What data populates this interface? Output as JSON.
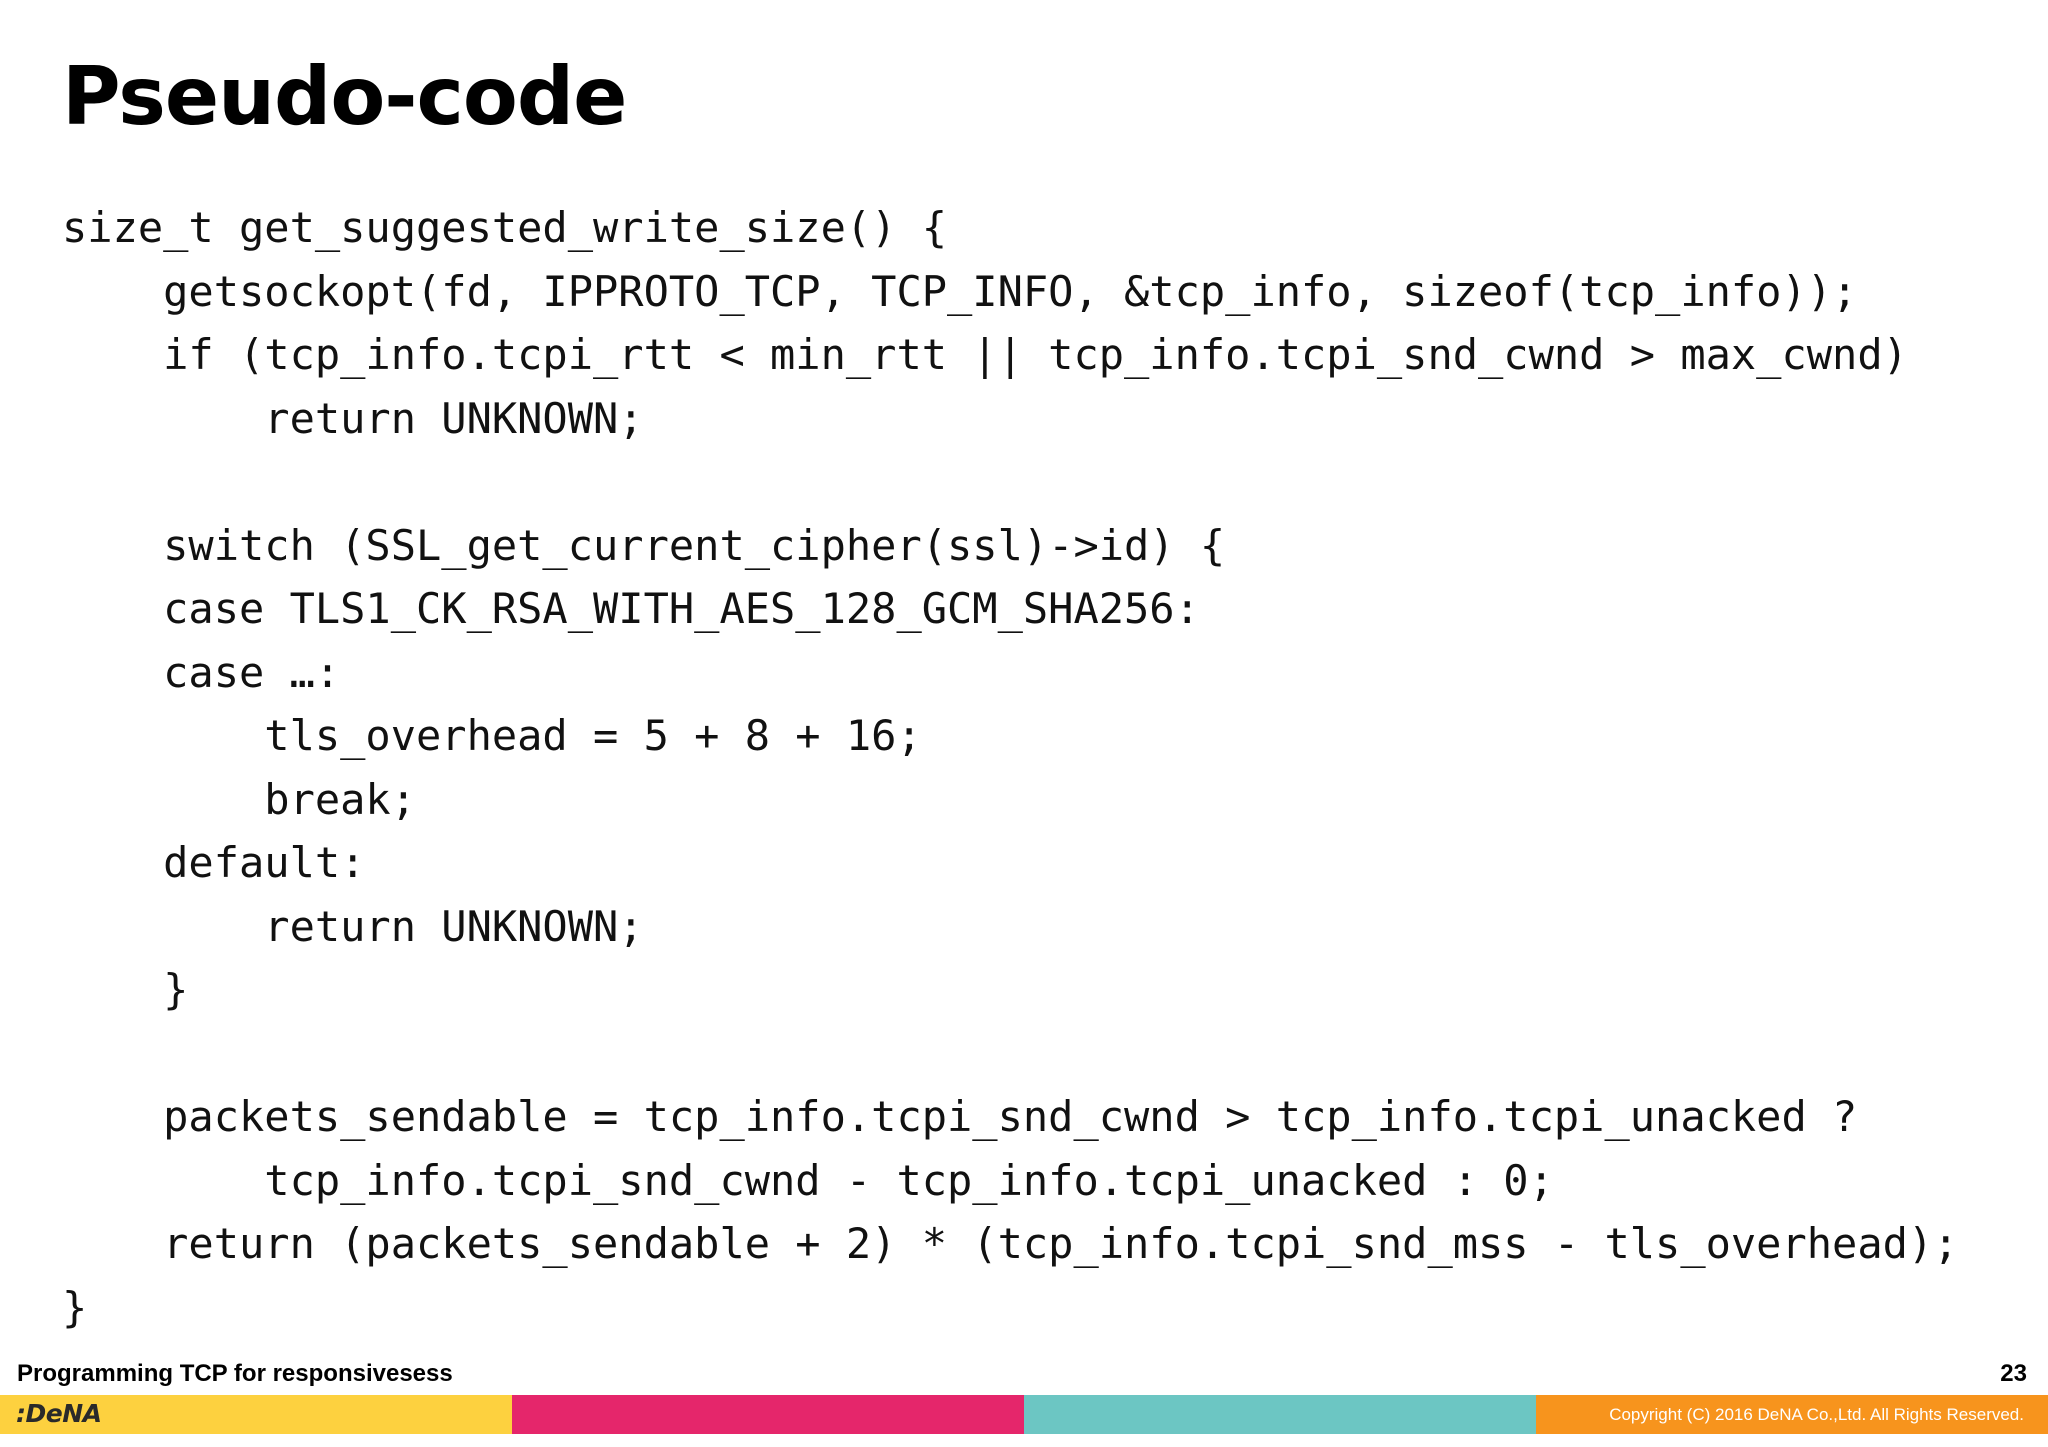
{
  "slide": {
    "title": "Pseudo-code",
    "code_lines": [
      "size_t get_suggested_write_size() {",
      "    getsockopt(fd, IPPROTO_TCP, TCP_INFO, &tcp_info, sizeof(tcp_info));",
      "    if (tcp_info.tcpi_rtt < min_rtt || tcp_info.tcpi_snd_cwnd > max_cwnd)",
      "        return UNKNOWN;",
      "",
      "    switch (SSL_get_current_cipher(ssl)->id) {",
      "    case TLS1_CK_RSA_WITH_AES_128_GCM_SHA256:",
      "    case …:",
      "        tls_overhead = 5 + 8 + 16;",
      "        break;",
      "    default:",
      "        return UNKNOWN;",
      "    }",
      "",
      "    packets_sendable = tcp_info.tcpi_snd_cwnd > tcp_info.tcpi_unacked ?",
      "        tcp_info.tcpi_snd_cwnd - tcp_info.tcpi_unacked : 0;",
      "    return (packets_sendable + 2) * (tcp_info.tcpi_snd_mss - tls_overhead);",
      "}"
    ]
  },
  "footer": {
    "presentation_title": "Programming TCP for responsivesess",
    "page_number": "23",
    "logo_text": ":DeNA",
    "copyright": "Copyright (C) 2016 DeNA Co.,Ltd. All Rights Reserved."
  },
  "colors": {
    "bar_yellow": "#fdd13f",
    "bar_pink": "#e5266b",
    "bar_teal": "#6cc6c3",
    "bar_orange": "#f7941d",
    "text": "#000000"
  }
}
